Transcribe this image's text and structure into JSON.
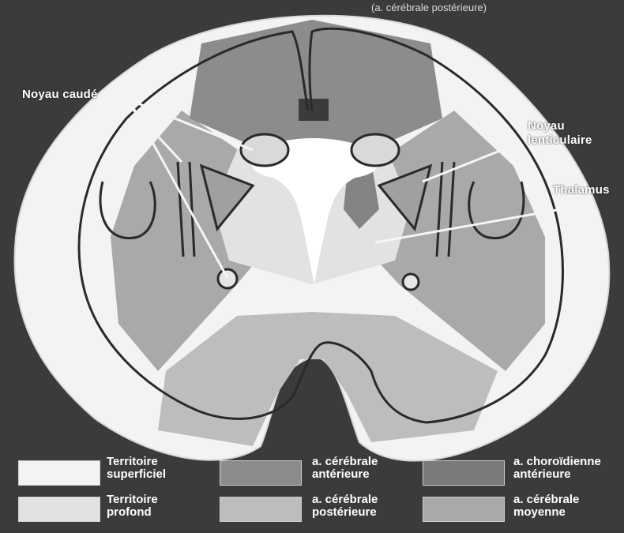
{
  "header_text": "(a. cérébrale postérieure)",
  "structures": {
    "noyau_caude": "Noyau caudé",
    "noyau_lenticulaire_line1": "Noyau",
    "noyau_lenticulaire_line2": "lenticulaire",
    "thalamus": "Thalamus"
  },
  "legend": [
    {
      "line1": "Territoire",
      "line2": "superficiel",
      "color": "#f3f3f3"
    },
    {
      "line1": "a. cérébrale",
      "line2": "antérieure",
      "color": "#8c8c8c"
    },
    {
      "line1": "a. choroïdienne",
      "line2": "antérieure",
      "color": "#7a7a7a"
    },
    {
      "line1": "Territoire",
      "line2": "profond",
      "color": "#e2e2e2"
    },
    {
      "line1": "a. cérébrale",
      "line2": "postérieure",
      "color": "#bdbdbd"
    },
    {
      "line1": "a. cérébrale",
      "line2": "moyenne",
      "color": "#a9a9a9"
    }
  ],
  "colors": {
    "background": "#3b3b3b",
    "superficial": "#f3f3f3",
    "deep_white": "#ffffff",
    "anterior": "#8c8c8c",
    "posterior": "#bdbdbd",
    "middle": "#a9a9a9",
    "choroidal": "#7a7a7a",
    "outline": "#2a2a2a"
  }
}
